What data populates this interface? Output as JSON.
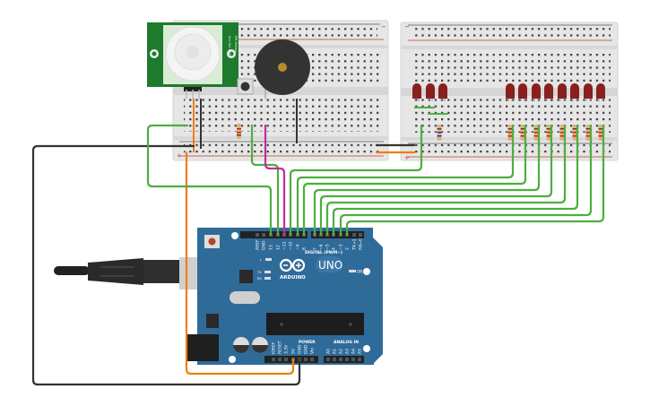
{
  "colors": {
    "board_blue": "#2f6b99",
    "breadboard": "#e6e6e6",
    "wire_green": "#4caf3e",
    "wire_pink": "#c42ba0",
    "wire_orange": "#f07d12",
    "wire_black": "#333333",
    "led_red": "#8a1f1f",
    "pir_green": "#1e7a2c"
  },
  "arduino": {
    "brand": "ARDUINO",
    "model": "UNO",
    "digital_label": "DIGITAL (PWM~)",
    "power_label": "POWER",
    "analog_label": "ANALOG IN",
    "on_label": "ON",
    "led_l": "L",
    "led_tx": "TX",
    "led_rx": "RX",
    "digital_pins": [
      "AREF",
      "GND",
      "13",
      "12",
      "~11",
      "~10",
      "~9",
      "8",
      "7",
      "~6",
      "~5",
      "4",
      "~3",
      "2",
      "TX→1",
      "RX←0"
    ],
    "power_pins": [
      "IOREF",
      "RESET",
      "3.3V",
      "5V",
      "GND",
      "GND",
      "Vin"
    ],
    "analog_pins": [
      "A0",
      "A1",
      "A2",
      "A3",
      "A4",
      "A5"
    ]
  },
  "pir_sensor": {
    "labels": [
      "PIR Sensor",
      "Vcc Out GND"
    ]
  },
  "breadboard": {
    "rail_minus": "−",
    "rail_plus": "+"
  }
}
